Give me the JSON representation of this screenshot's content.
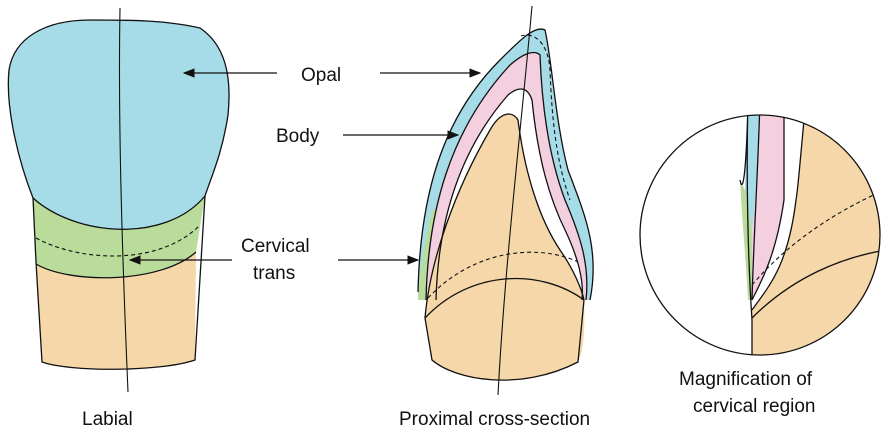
{
  "labels": {
    "opal": "Opal",
    "body": "Body",
    "cervical_line1": "Cervical",
    "cervical_line2": "trans",
    "labial": "Labial",
    "proximal": "Proximal cross-section",
    "magnification_line1": "Magnification of",
    "magnification_line2": "cervical region"
  },
  "colors": {
    "opal": "#a6dbe8",
    "body": "#f3cfdf",
    "cervical_trans": "#b9dc9a",
    "dentin": "#f6d7a9",
    "inner": "#ffffff",
    "outline": "#111111"
  }
}
